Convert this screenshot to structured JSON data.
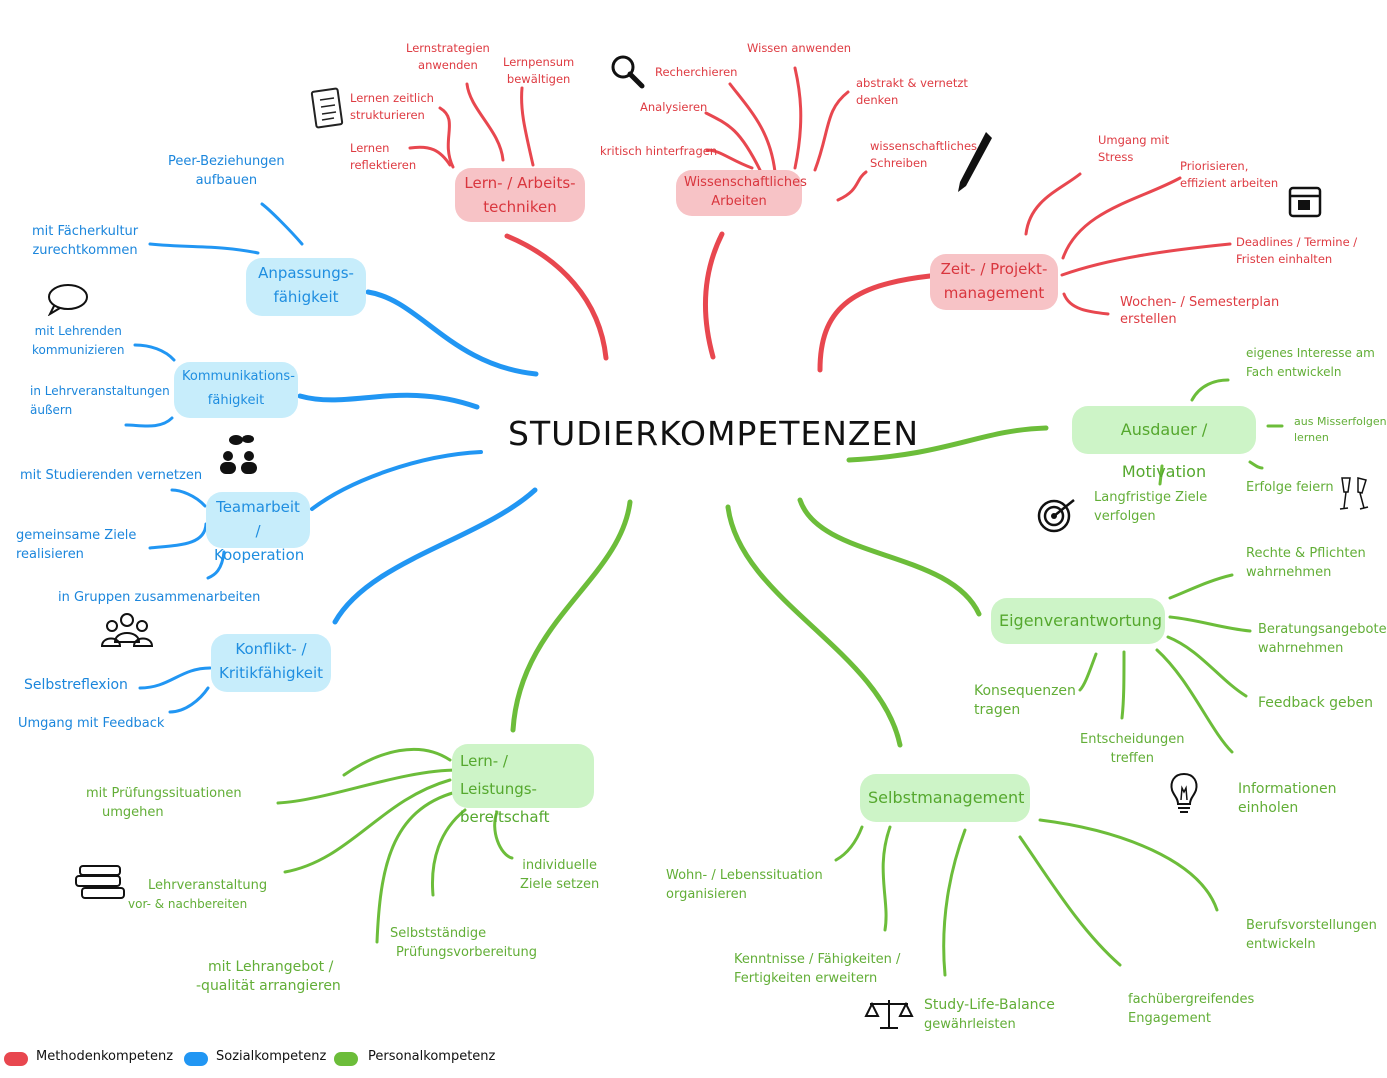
{
  "title": "STUDIERKOMPETENZEN",
  "colors": {
    "methoden": "#e8474f",
    "sozial": "#2196f3",
    "personal": "#6cbd3a"
  },
  "legend": [
    "Methodenkompetenz",
    "Sozialkompetenz",
    "Personalkompetenz"
  ],
  "icons": [
    "checklist-icon",
    "magnifier-icon",
    "pen-icon",
    "calendar-icon",
    "speech-bubble-icon",
    "people-chat-icon",
    "group-icon",
    "target-icon",
    "champagne-icon",
    "lightbulb-icon",
    "books-icon",
    "scales-icon"
  ],
  "nodes": {
    "lern_arbeit": [
      "Lern- / Arbeits-",
      "techniken"
    ],
    "wiss": [
      "Wissenschaftliches",
      "Arbeiten"
    ],
    "zeit": [
      "Zeit- / Projekt-",
      "management"
    ],
    "anpassung": [
      "Anpassungs-",
      "fähigkeit"
    ],
    "kommunikation": [
      "Kommunikations-",
      "fähigkeit"
    ],
    "team": [
      "Teamarbeit /",
      "Kooperation"
    ],
    "konflikt": [
      "Konflikt- /",
      "Kritikfähigkeit"
    ],
    "ausdauer": [
      "Ausdauer / Motivation"
    ],
    "eigen": [
      "Eigenverantwortung"
    ],
    "selbst": [
      "Selbstmanagement"
    ],
    "leistung": [
      "Lern- / Leistungs-",
      "bereitschaft"
    ]
  },
  "labels": {
    "lernstrat": [
      "Lernstrategien",
      "anwenden"
    ],
    "lernpensum": [
      "Lernpensum",
      "bewältigen"
    ],
    "lernzeit": [
      "Lernen zeitlich",
      "strukturieren"
    ],
    "lernrefl": [
      "Lernen",
      "reflektieren"
    ],
    "recherchieren": [
      "Recherchieren"
    ],
    "wissen": [
      "Wissen anwenden"
    ],
    "analysieren": [
      "Analysieren"
    ],
    "abstrakt": [
      "abstrakt & vernetzt",
      "denken"
    ],
    "kritisch": [
      "kritisch hinterfragen"
    ],
    "schreiben": [
      "wissenschaftliches",
      "Schreiben"
    ],
    "stress": [
      "Umgang mit",
      "Stress"
    ],
    "prior": [
      "Priorisieren,",
      "effizient arbeiten"
    ],
    "deadlines": [
      "Deadlines / Termine /",
      "Fristen einhalten"
    ],
    "wochen": [
      "Wochen- / Semesterplan",
      "erstellen"
    ],
    "peer": [
      "Peer-Beziehungen",
      "aufbauen"
    ],
    "faecher": [
      "mit Fächerkultur",
      "zurechtkommen"
    ],
    "lehrende": [
      "mit Lehrenden",
      "kommunizieren"
    ],
    "lehrver": [
      "in Lehrveranstaltungen",
      "äußern"
    ],
    "vernetzen": [
      "mit Studierenden vernetzen"
    ],
    "ziele": [
      "gemeinsame Ziele",
      "realisieren"
    ],
    "gruppen": [
      "in Gruppen zusammenarbeiten"
    ],
    "selbstrefl": [
      "Selbstreflexion"
    ],
    "feedback": [
      "Umgang mit Feedback"
    ],
    "interesse": [
      "eigenes Interesse am",
      "Fach entwickeln"
    ],
    "misserfolge": [
      "aus Misserfolgen",
      "lernen"
    ],
    "langfristig": [
      "Langfristige Ziele",
      "verfolgen"
    ],
    "erfolge": [
      "Erfolge feiern"
    ],
    "rechte": [
      "Rechte & Pflichten",
      "wahrnehmen"
    ],
    "beratung": [
      "Beratungsangebote",
      "wahrnehmen"
    ],
    "feedbackgeben": [
      "Feedback geben"
    ],
    "konsequenzen": [
      "Konsequenzen",
      "tragen"
    ],
    "entscheidungen": [
      "Entscheidungen",
      "treffen"
    ],
    "informationen": [
      "Informationen",
      "einholen"
    ],
    "pruefung": [
      "mit Prüfungssituationen",
      "umgehen"
    ],
    "lehrvorbereit": [
      "Lehrveranstaltung",
      "vor- & nachbereiten"
    ],
    "selbststaendig": [
      "Selbstständige",
      "Prüfungsvorbereitung"
    ],
    "lehrangebot": [
      "mit Lehrangebot /",
      "-qualität arrangieren"
    ],
    "individuell": [
      "individuelle",
      "Ziele setzen"
    ],
    "wohn": [
      "Wohn- / Lebenssituation",
      "organisieren"
    ],
    "kenntnisse": [
      "Kenntnisse / Fähigkeiten /",
      "Fertigkeiten erweitern"
    ],
    "studylife": [
      "Study-Life-Balance",
      "gewährleisten"
    ],
    "fachueber": [
      "fachübergreifendes",
      "Engagement"
    ],
    "beruf": [
      "Berufsvorstellungen",
      "entwickeln"
    ]
  }
}
